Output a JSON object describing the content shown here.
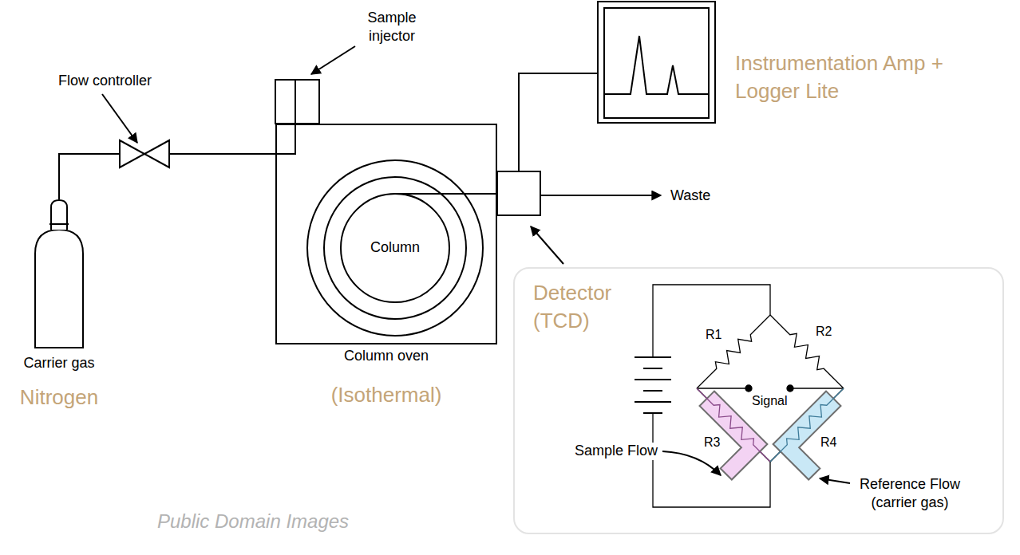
{
  "diagram": {
    "nodes": [
      {
        "text": [
          "Carrier gas",
          "Nitrogen"
        ]
      },
      {
        "text": [
          "Column oven",
          "(Isothermal)"
        ]
      },
      {
        "text": [
          "Column"
        ],
        "in": 1
      },
      {
        "text": [
          "Instrumentation Amp + Logger Lite"
        ]
      },
      {
        "text": [
          "Detector (TCD)"
        ]
      }
    ],
    "edges": [
      {
        "from": 0,
        "to": 1,
        "arrow": "none"
      },
      {
        "from": 1,
        "to": 3,
        "arrow": "none"
      }
    ],
    "labels": [
      "Flow controller",
      "Sample injector",
      "Waste",
      "R1",
      "R2",
      "Signal",
      "R3",
      "R4",
      "Sample Flow",
      "Reference Flow (carrier gas)",
      "Public Domain Images"
    ]
  }
}
